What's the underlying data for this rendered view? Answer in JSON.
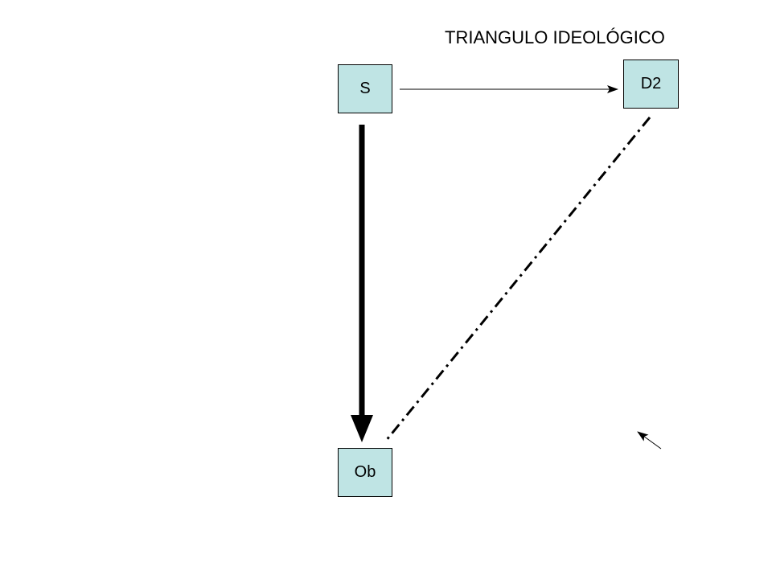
{
  "title": "TRIANGULO IDEOLÓGICO",
  "nodes": {
    "s": {
      "label": "S"
    },
    "d2": {
      "label": "D2"
    },
    "ob": {
      "label": "Ob"
    }
  },
  "colors": {
    "node_fill": "#bfe4e4",
    "line": "#000000",
    "background": "#ffffff"
  },
  "edges": [
    {
      "from": "S",
      "to": "D2",
      "style": "thin-arrow"
    },
    {
      "from": "S",
      "to": "Ob",
      "style": "thick-arrow"
    },
    {
      "from": "D2",
      "to": "Ob",
      "style": "dash-dot-line"
    }
  ]
}
